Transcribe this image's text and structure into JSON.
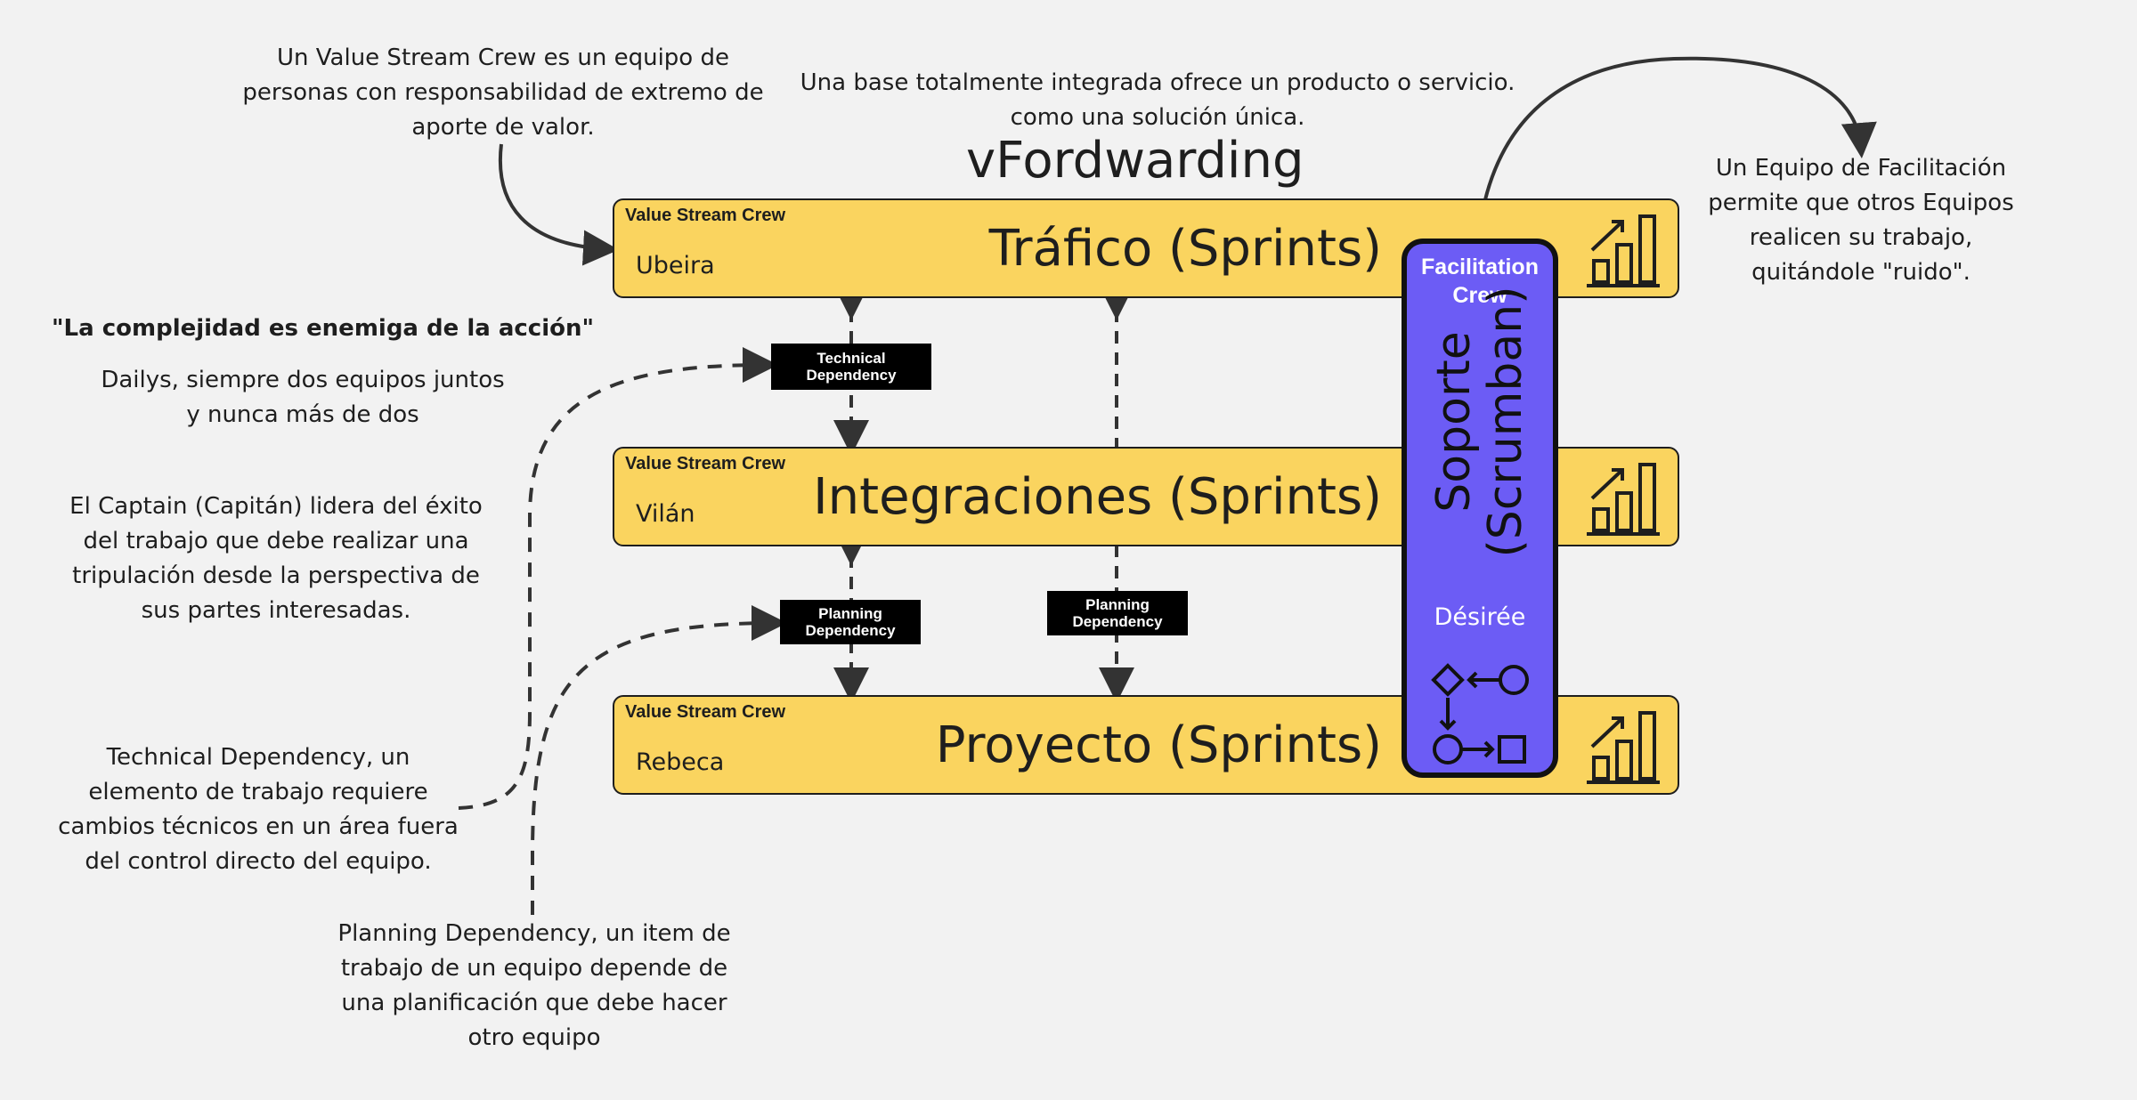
{
  "title": "vFordwarding",
  "notes": {
    "value_stream_crew": [
      "Un Value Stream Crew es un equipo de",
      "personas con responsabilidad de extremo de",
      "aporte de valor."
    ],
    "integrated_base": [
      "Una base totalmente integrada ofrece un producto o servicio.",
      "como una solución única."
    ],
    "facilitation_team": [
      "Un Equipo de Facilitación",
      "permite que otros Equipos",
      "realicen su trabajo,",
      "quitándole \"ruido\"."
    ],
    "quote": "\"La complejidad es enemiga de la acción\"",
    "dailys": [
      "Dailys, siempre dos equipos juntos",
      "y nunca más de dos"
    ],
    "captain": [
      "El Captain (Capitán) lidera del éxito",
      "del trabajo que debe realizar una",
      "tripulación desde la perspectiva de",
      "sus partes interesadas."
    ],
    "technical_dependency": [
      "Technical Dependency, un",
      "elemento de trabajo requiere",
      "cambios técnicos en un área fuera",
      "del control directo del equipo."
    ],
    "planning_dependency": [
      "Planning Dependency, un item de",
      "trabajo de un equipo depende de",
      "una planificación que debe hacer",
      "otro equipo"
    ]
  },
  "crews": [
    {
      "type": "Value Stream Crew",
      "lead": "Ubeira",
      "name": "Tráfico (Sprints)",
      "icon": "bar-chart-up-icon"
    },
    {
      "type": "Value Stream Crew",
      "lead": "Vilán",
      "name": "Integraciones (Sprints)",
      "icon": "bar-chart-up-icon"
    },
    {
      "type": "Value Stream Crew",
      "lead": "Rebeca",
      "name": "Proyecto (Sprints)",
      "icon": "bar-chart-up-icon"
    }
  ],
  "facilitation": {
    "type": [
      "Facilitation",
      "Crew"
    ],
    "name": [
      "Soporte",
      "(Scrumban)"
    ],
    "lead": "Désirée",
    "icon": "workflow-icon",
    "color": "#6c5cf5"
  },
  "dependencies": {
    "technical": [
      "Technical",
      "Dependency"
    ],
    "planning_1": [
      "Planning",
      "Dependency"
    ],
    "planning_2": [
      "Planning",
      "Dependency"
    ]
  },
  "colors": {
    "crew": "#fad45f",
    "background": "#f2f2f2",
    "label_bg": "#000000"
  }
}
